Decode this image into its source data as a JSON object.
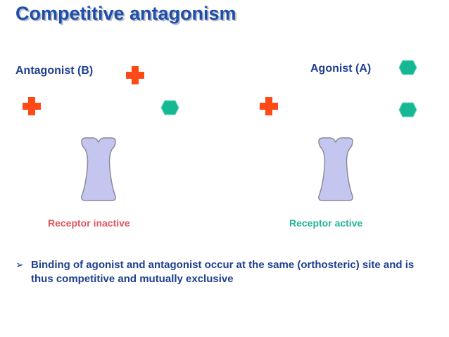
{
  "title": "Competitive antagonism",
  "labels": {
    "antagonist": "Antagonist (B)",
    "agonist": "Agonist (A)",
    "receptor_inactive": "Receptor inactive",
    "receptor_active": "Receptor active"
  },
  "bullet": {
    "symbol": "➢",
    "text": "Binding of agonist and antagonist occur at the same (orthosteric) site and is thus competitive and mutually exclusive"
  },
  "colors": {
    "antagonist": "#ff4a17",
    "agonist": "#16b894",
    "receptor_fill": "#c4c6f0",
    "receptor_inactive_text": "#e0555e",
    "receptor_active_text": "#24b596"
  }
}
